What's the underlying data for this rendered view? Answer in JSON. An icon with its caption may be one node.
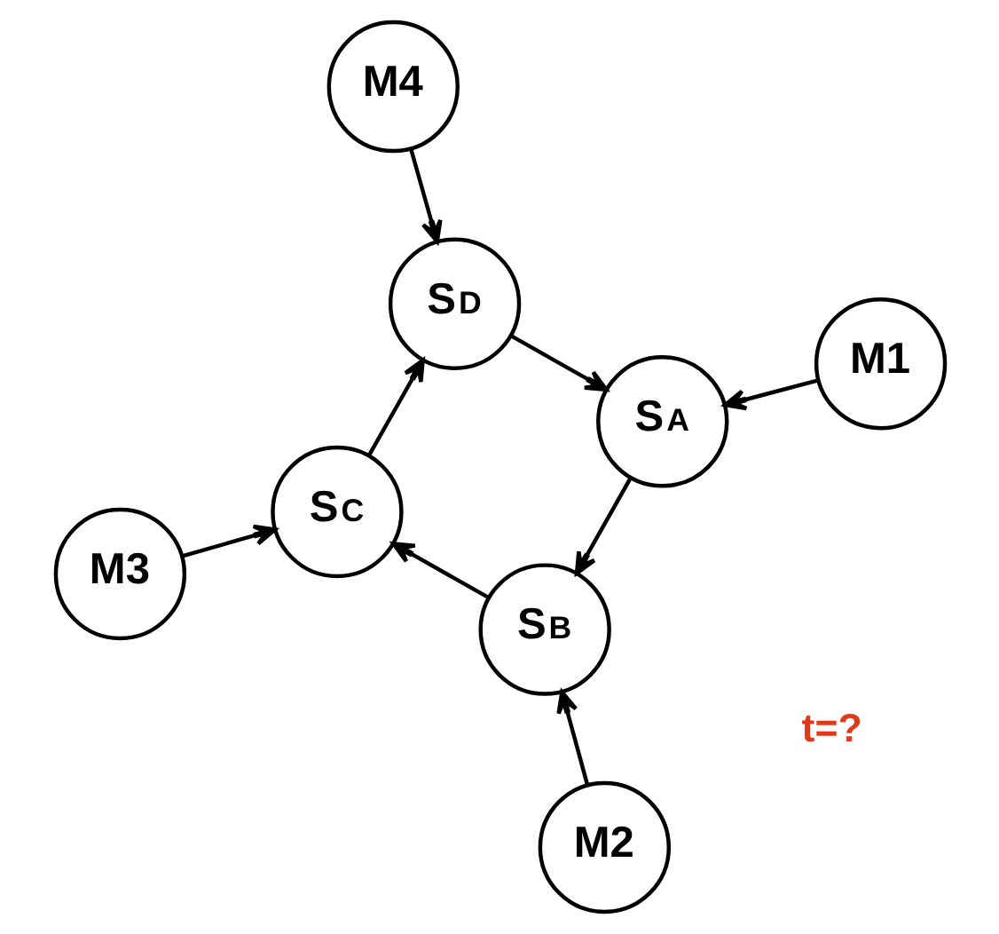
{
  "diagram": {
    "nodes": [
      {
        "text": [
          "M1"
        ]
      },
      {
        "text": [
          "S$_{A}$"
        ]
      },
      {
        "text": [
          "M2"
        ]
      },
      {
        "text": [
          "S$_{D}$"
        ]
      },
      {
        "text": [
          "S$_{B}$"
        ]
      },
      {
        "text": [
          "M4"
        ]
      },
      {
        "text": [
          "S$_{C}$"
        ]
      },
      {
        "text": [
          "M3"
        ]
      }
    ],
    "edges": [
      {
        "from": 0,
        "to": 1,
        "arrow": "to"
      },
      {
        "from": 1,
        "to": 4,
        "arrow": "to"
      },
      {
        "from": 2,
        "to": 4,
        "arrow": "to"
      },
      {
        "from": 3,
        "to": 1,
        "arrow": "to"
      },
      {
        "from": 5,
        "to": 3,
        "arrow": "to"
      },
      {
        "from": 4,
        "to": 6,
        "arrow": "to"
      },
      {
        "from": 6,
        "to": 3,
        "arrow": "to"
      },
      {
        "from": 7,
        "to": 6,
        "arrow": "to"
      }
    ],
    "labels": [
      "t=?"
    ]
  }
}
